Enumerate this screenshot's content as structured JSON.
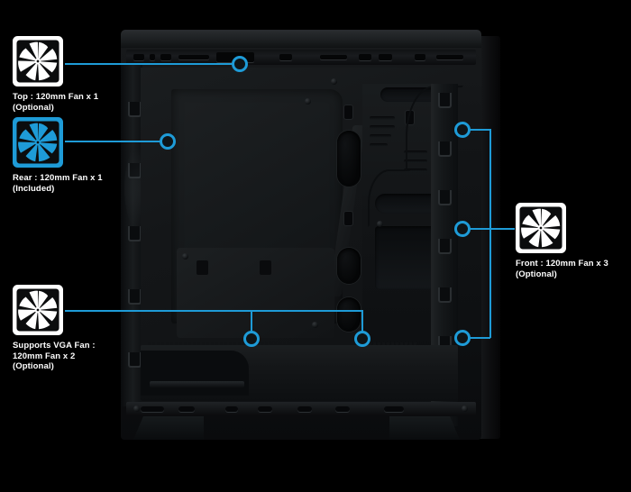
{
  "product": {
    "type": "pc-case-interior-diagram",
    "view": "left side, interior, side panel removed"
  },
  "colors": {
    "accent_blue": "#1e9bd7",
    "icon_white": "#ffffff",
    "background": "#000000",
    "label_text": "#ffffff"
  },
  "callouts": [
    {
      "id": "top",
      "icon": "fan-icon",
      "icon_style": "white",
      "label": "Top : 120mm Fan x 1\n(Optional)",
      "label_line1": "Top : 120mm Fan x 1",
      "label_line2": "(Optional)",
      "position": "upper-left",
      "markers": 1
    },
    {
      "id": "rear",
      "icon": "fan-icon",
      "icon_style": "blue",
      "label": "Rear : 120mm Fan x 1\n(Included)",
      "label_line1": "Rear : 120mm Fan x 1",
      "label_line2": "(Included)",
      "position": "left",
      "markers": 1
    },
    {
      "id": "vga",
      "icon": "fan-icon",
      "icon_style": "white",
      "label": "Supports VGA Fan :\n120mm Fan x 2\n(Optional)",
      "label_line1": "Supports VGA Fan :",
      "label_line2": "120mm Fan x 2",
      "label_line3": "(Optional)",
      "position": "lower-left",
      "markers": 2
    },
    {
      "id": "front",
      "icon": "fan-icon",
      "icon_style": "white",
      "label": "Front : 120mm Fan x 3\n(Optional)",
      "label_line1": "Front : 120mm Fan x 3",
      "label_line2": "(Optional)",
      "position": "right",
      "markers": 3
    }
  ]
}
